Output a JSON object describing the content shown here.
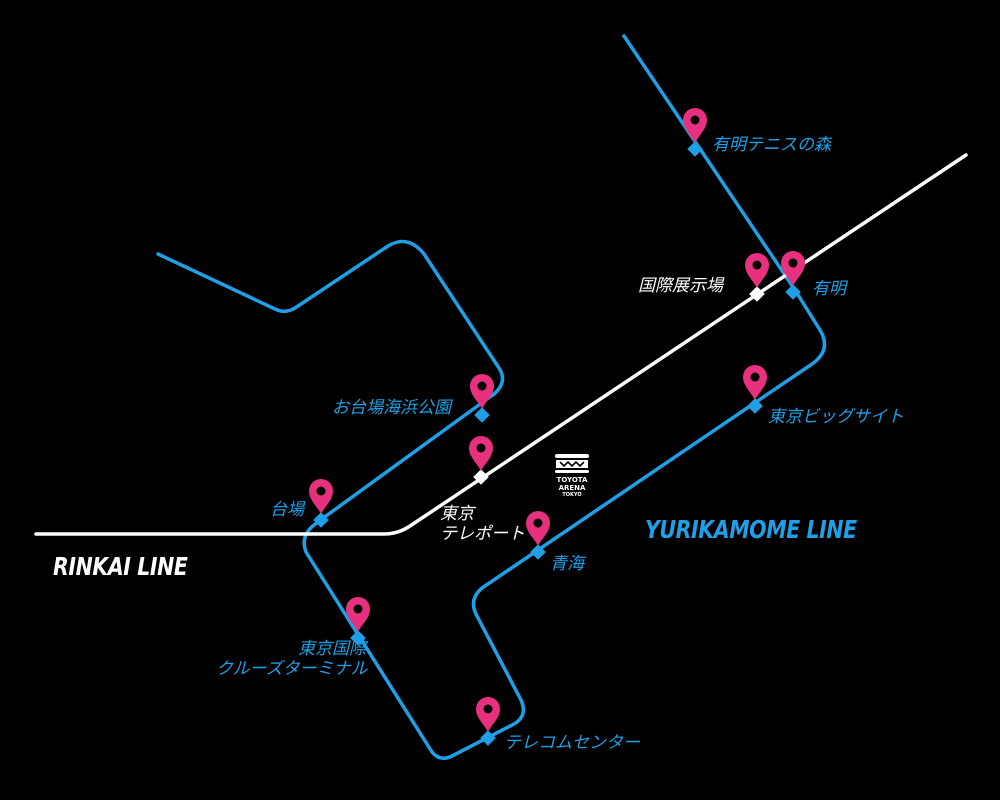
{
  "lines": {
    "yurikamome": {
      "name": "YURIKAMOME LINE",
      "color": "#1FA0E6"
    },
    "rinkai": {
      "name": "RINKAI LINE",
      "color": "#FFFFFF"
    }
  },
  "marker_color": "#E8317E",
  "stations": {
    "ariake_tennis": "有明テニスの森",
    "ariake": "有明",
    "kokusai_tenjijo": "国際展示場",
    "tokyo_big_sight": "東京ビッグサイト",
    "odaiba_kaihinkoen": "お台場海浜公園",
    "tokyo_teleport": "東京\nテレポート",
    "daiba": "台場",
    "aomi": "青海",
    "tokyo_cruise_terminal": "東京国際\nクルーズターミナル",
    "telecom_center": "テレコムセンター"
  },
  "venue": {
    "logo_line1": "TOYOTA",
    "logo_line2": "ARENA",
    "logo_line3": "TOKYO"
  }
}
